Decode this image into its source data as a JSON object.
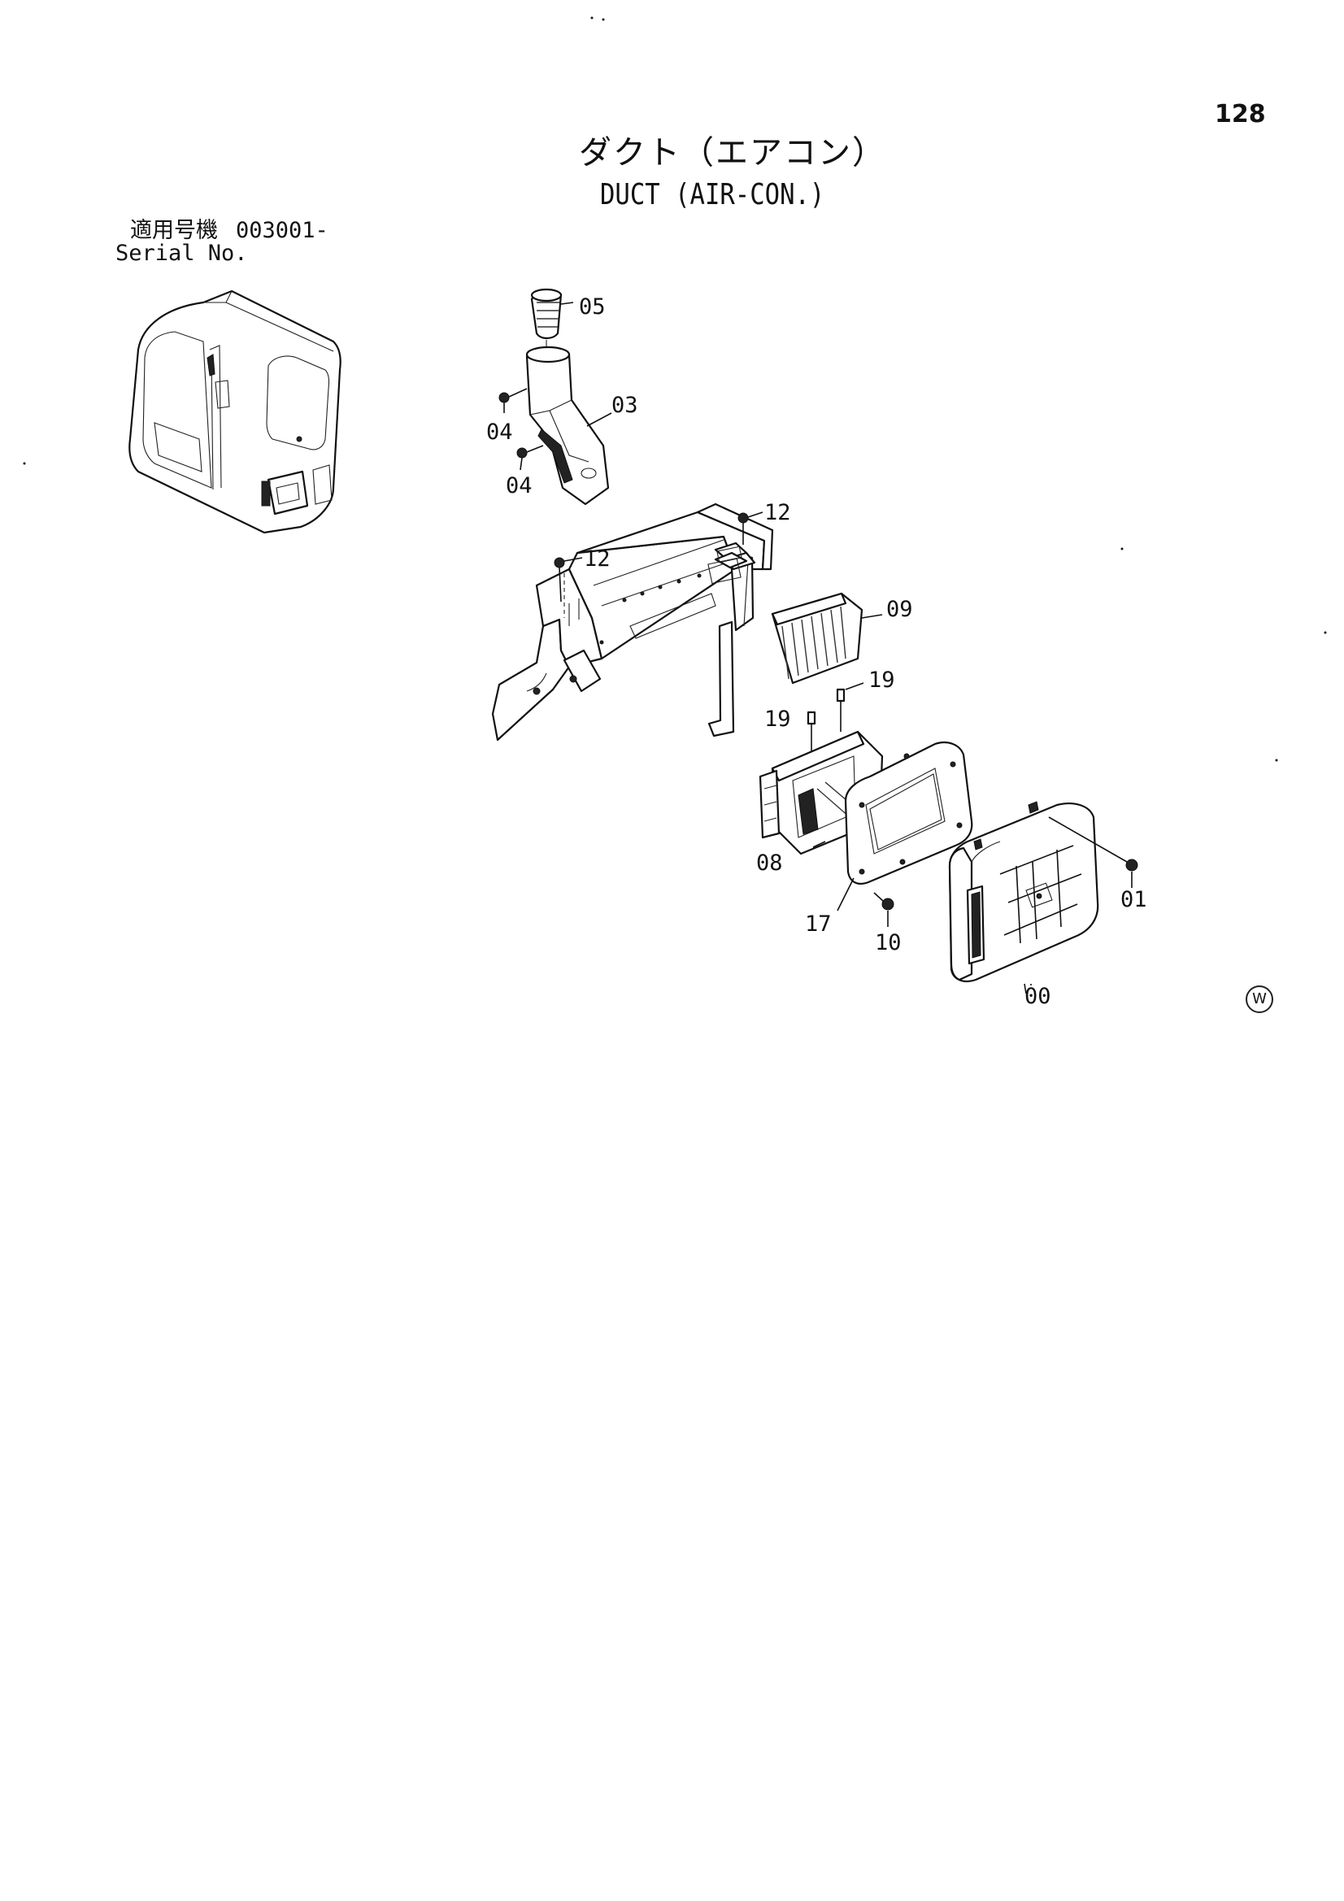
{
  "page_number": "128",
  "title_ja": "ダクト（エアコン）",
  "title_en": "DUCT (AIR-CON.)",
  "serial": {
    "label_ja": "適用号機",
    "number": "003001-",
    "label_en": "Serial No."
  },
  "part_labels": [
    {
      "id": "p05",
      "text": "05"
    },
    {
      "id": "p03",
      "text": "03"
    },
    {
      "id": "p04a",
      "text": "04"
    },
    {
      "id": "p04b",
      "text": "04"
    },
    {
      "id": "p12a",
      "text": "12"
    },
    {
      "id": "p12b",
      "text": "12"
    },
    {
      "id": "p09",
      "text": "09"
    },
    {
      "id": "p19a",
      "text": "19"
    },
    {
      "id": "p19b",
      "text": "19"
    },
    {
      "id": "p08",
      "text": "08"
    },
    {
      "id": "p17",
      "text": "17"
    },
    {
      "id": "p10",
      "text": "10"
    },
    {
      "id": "p01",
      "text": "01"
    },
    {
      "id": "p00",
      "text": "00"
    }
  ],
  "watermark": "W"
}
